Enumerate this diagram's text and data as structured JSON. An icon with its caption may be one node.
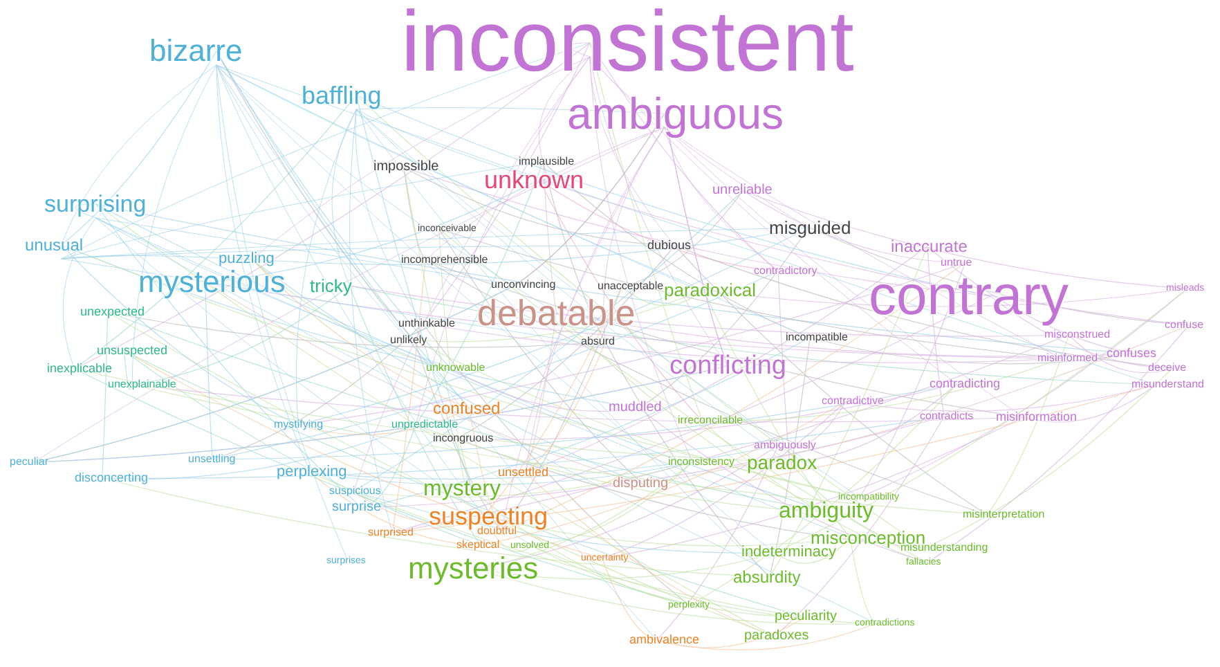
{
  "diagram": {
    "labels": [
      "inconsistent",
      "ambiguous",
      "bizarre",
      "baffling",
      "surprising",
      "unusual",
      "mysterious",
      "puzzling",
      "tricky",
      "unexpected",
      "unsuspected",
      "inexplicable",
      "unexplainable",
      "impossible",
      "implausible",
      "unknown",
      "inconceivable",
      "incomprehensible",
      "unconvincing",
      "debatable",
      "unacceptable",
      "dubious",
      "unthinkable",
      "unlikely",
      "absurd",
      "unknowable",
      "paradoxical",
      "unreliable",
      "misguided",
      "inaccurate",
      "untrue",
      "contradictory",
      "contrary",
      "misleads",
      "incompatible",
      "conflicting",
      "misconstrued",
      "confuse",
      "misinformed",
      "confuses",
      "deceive",
      "misunderstand",
      "contradicting",
      "contradictive",
      "contradicts",
      "misinformation",
      "muddled",
      "irreconcilable",
      "confused",
      "unpredictable",
      "incongruous",
      "mystifying",
      "peculiar",
      "unsettling",
      "disconcerting",
      "perplexing",
      "inconsistency",
      "ambiguously",
      "paradox",
      "unsettled",
      "disputing",
      "mystery",
      "suspecting",
      "suspicious",
      "surprise",
      "surprised",
      "doubtful",
      "skeptical",
      "unsolved",
      "surprises",
      "mysteries",
      "uncertainty",
      "incompatibility",
      "misinterpretation",
      "ambiguity",
      "misconception",
      "indeterminacy",
      "misunderstanding",
      "fallacies",
      "absurdity",
      "perplexity",
      "peculiarity",
      "contradictions",
      "ambivalence",
      "paradoxes"
    ]
  }
}
